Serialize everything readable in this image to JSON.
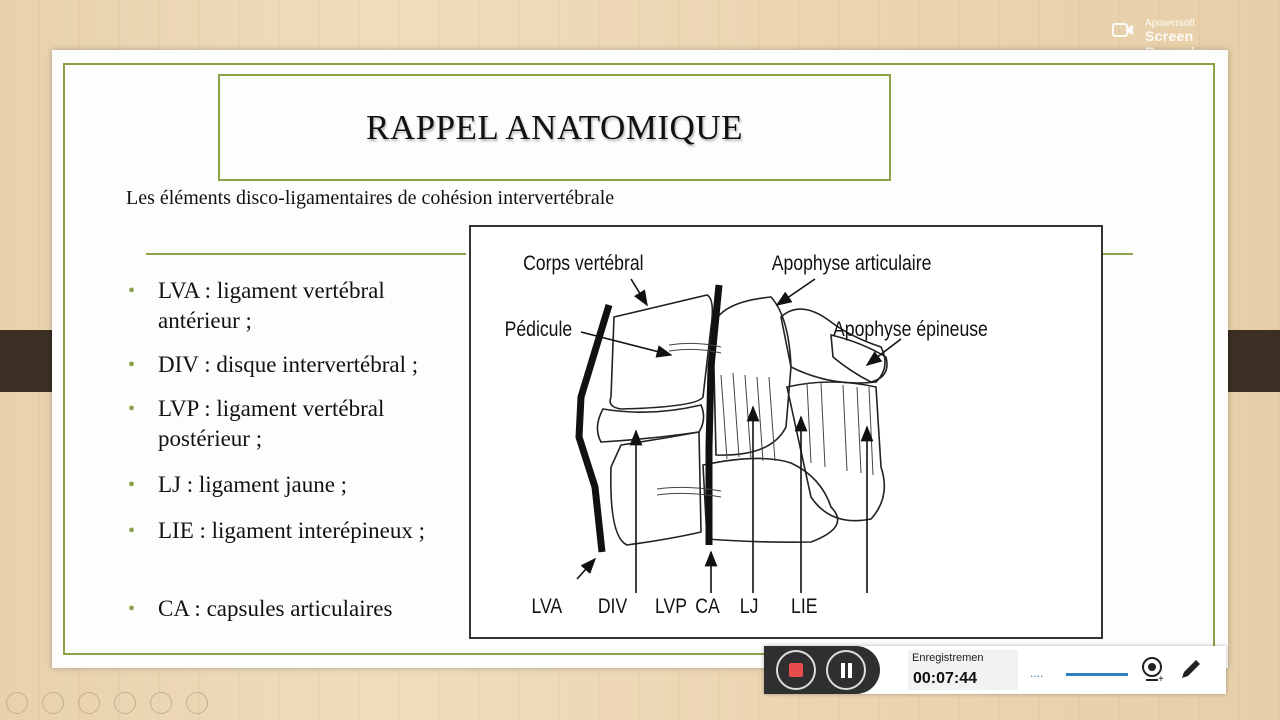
{
  "slide": {
    "title": "RAPPEL ANATOMIQUE",
    "subtitle": "Les éléments disco-ligamentaires de cohésion intervertébrale",
    "bullets": [
      "LVA : ligament vertébral antérieur ;",
      "DIV : disque intervertébral ;",
      "LVP : ligament vertébral postérieur ;",
      "LJ : ligament jaune ;",
      "LIE : ligament interépineux ;",
      "CA : capsules articulaires"
    ],
    "accent_color": "#8aa24a"
  },
  "diagram": {
    "labels": {
      "corps": "Corps vertébral",
      "apophyse_art": "Apophyse articulaire",
      "pedicule": "Pédicule",
      "apophyse_epi": "Apophyse épineuse",
      "lva": "LVA",
      "div": "DIV",
      "lvp": "LVP",
      "ca": "CA",
      "lj": "LJ",
      "lie": "LIE"
    }
  },
  "watermark": {
    "brand": "Apowersoft",
    "product": "Screen Recorder"
  },
  "recorder": {
    "status_label": "Enregistremen",
    "time": "00:07:44",
    "stop_color": "#e74c4c",
    "level_color": "#2e7fbf"
  }
}
